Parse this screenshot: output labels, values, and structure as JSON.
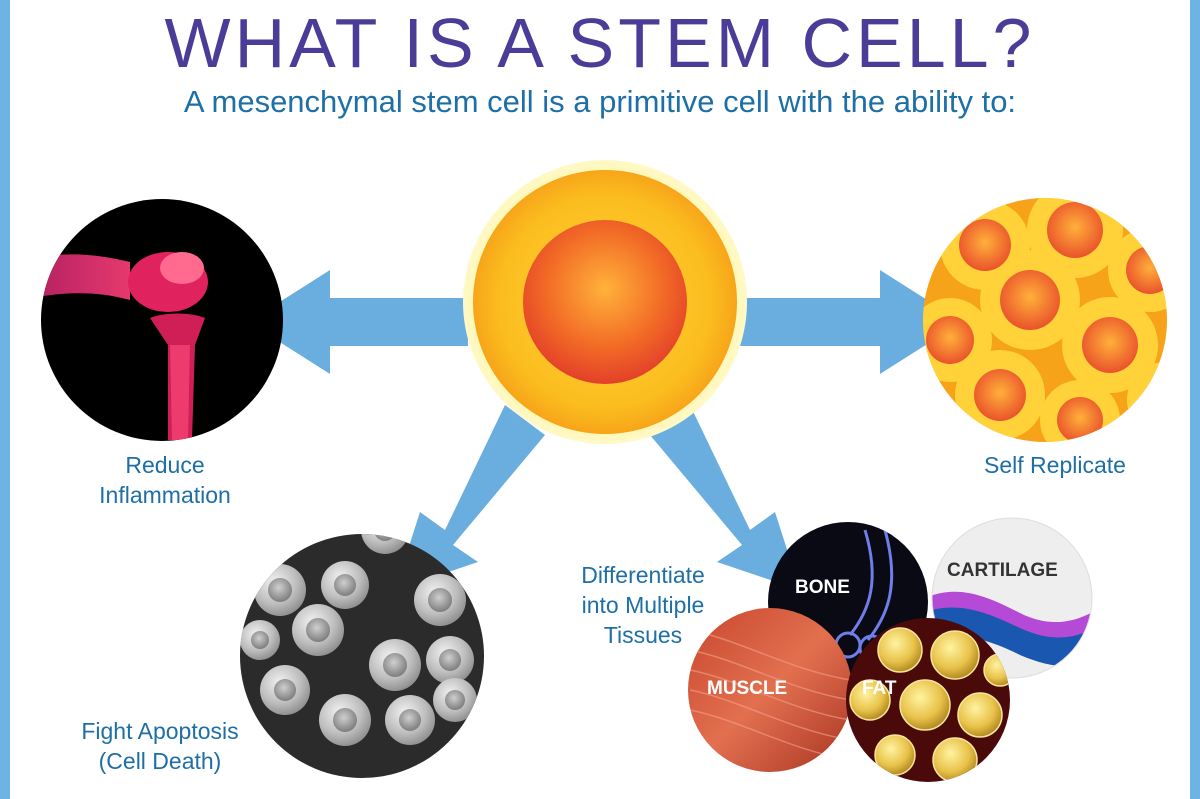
{
  "header": {
    "title": "WHAT IS A STEM CELL?",
    "subtitle": "A mesenchymal stem cell is a primitive cell with the ability to:"
  },
  "abilities": {
    "inflammation": {
      "line1": "Reduce",
      "line2": "Inflammation"
    },
    "replicate": {
      "line1": "Self Replicate"
    },
    "apoptosis": {
      "line1": "Fight Apoptosis",
      "line2": "(Cell Death)"
    },
    "differentiate": {
      "line1": "Differentiate",
      "line2": "into Multiple",
      "line3": "Tissues"
    }
  },
  "tissues": {
    "bone": "BONE",
    "cartilage": "CARTILAGE",
    "muscle": "MUSCLE",
    "fat": "FAT"
  },
  "colors": {
    "title": "#4b3d97",
    "text": "#1d6fa6",
    "arrow": "#6aaee0",
    "frame": "#6db3e4"
  }
}
